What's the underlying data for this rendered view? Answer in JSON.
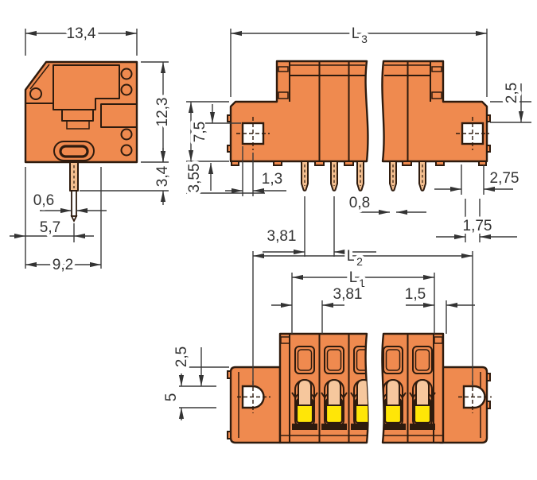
{
  "colors": {
    "body": "#EF8A4F",
    "outline": "#2E1B0E",
    "dim": "#3A3A3A",
    "yellow": "#FFE607",
    "peach": "#F6C79D",
    "pin": "#F3BE8F"
  },
  "side_view": {
    "width_top": "13,4",
    "height_right": "12,3",
    "pin_drop": "3,4",
    "pin_width": "0,6",
    "pin_center_offset": "5,7",
    "width_bottom": "9,2"
  },
  "front_view": {
    "overall_length_label": "L",
    "overall_length_sub": "3",
    "hole_top_offset": "2,5",
    "flange_height": "7,5",
    "pin_length": "3,55",
    "hole_center_offset": "1,3",
    "pole_pitch": "3,81",
    "pin_width": "0,8",
    "hole_edge_offset": "2,75",
    "hole_center_edge": "1,75"
  },
  "bottom_view": {
    "hole_span_label": "L",
    "hole_span_sub": "2",
    "pole_span_label": "L",
    "pole_span_sub": "1",
    "pole_pitch": "3,81",
    "edge_gap": "1,5",
    "hole_top_offset": "2,5",
    "hole_height": "5"
  }
}
